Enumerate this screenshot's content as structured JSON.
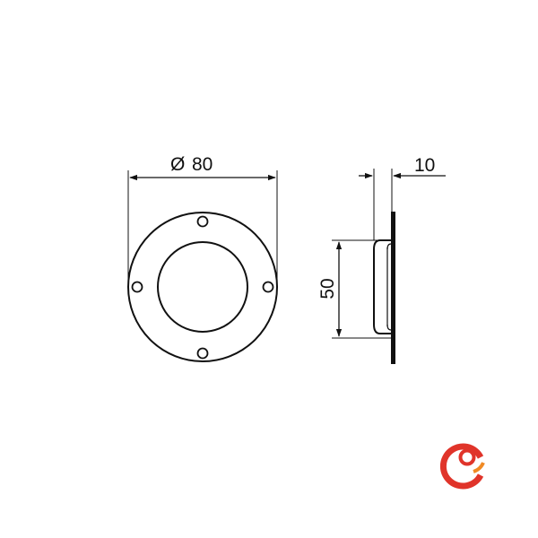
{
  "dimensions": {
    "diameter": {
      "symbol": "Ø",
      "value": "80"
    },
    "thickness": {
      "value": "10"
    },
    "height": {
      "value": "50"
    }
  },
  "colors": {
    "line": "#111111",
    "logo_red": "#e0342a",
    "logo_orange": "#f08a24"
  },
  "logo": {
    "icon": "c-logo-icon"
  }
}
